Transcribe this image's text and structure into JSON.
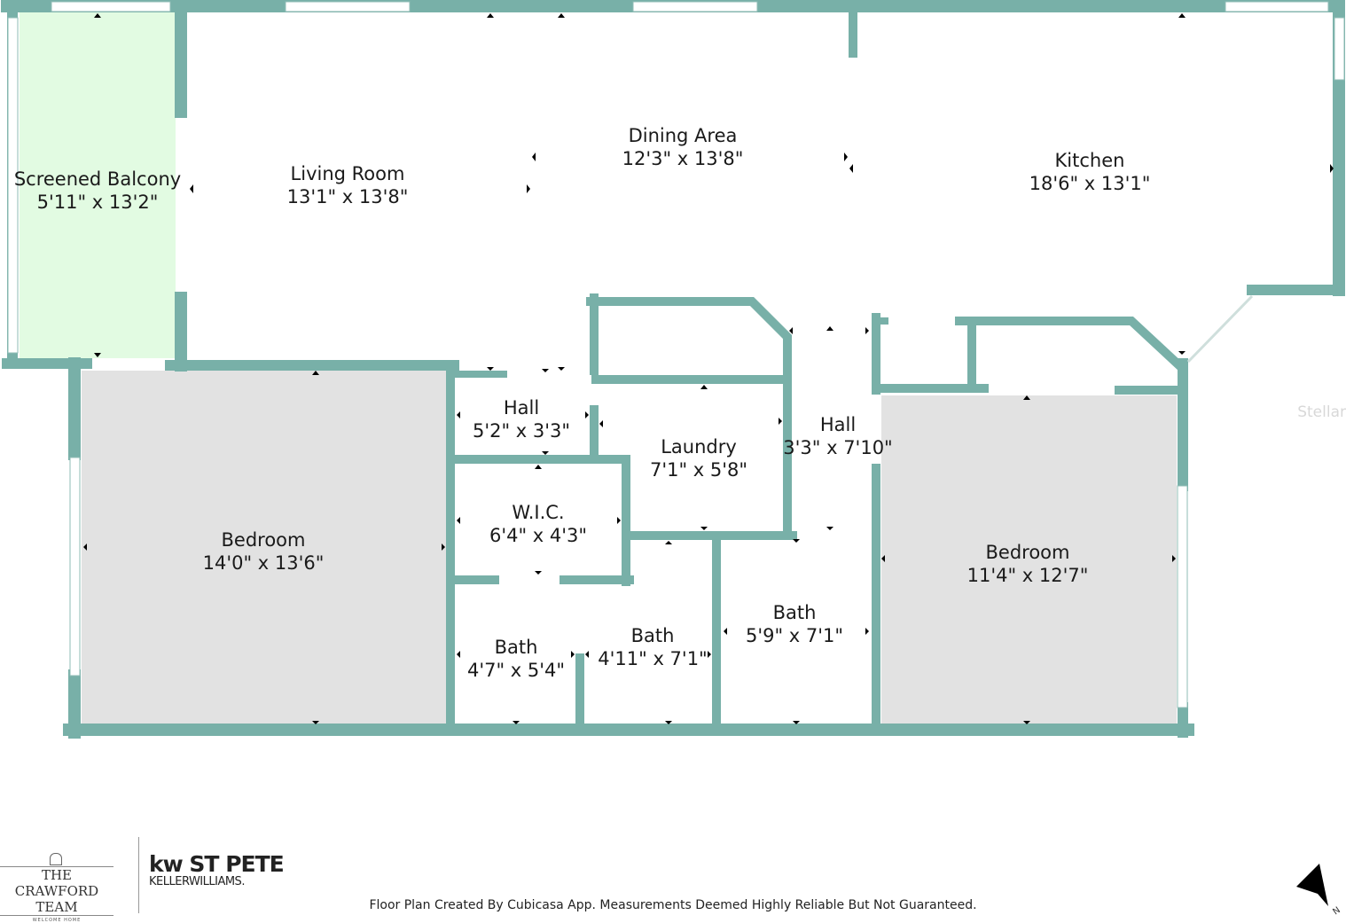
{
  "rooms": {
    "screened_balcony": {
      "name": "Screened Balcony",
      "dims": "5'11\" x 13'2\""
    },
    "living_room": {
      "name": "Living Room",
      "dims": "13'1\" x 13'8\""
    },
    "dining_area": {
      "name": "Dining Area",
      "dims": "12'3\" x 13'8\""
    },
    "kitchen": {
      "name": "Kitchen",
      "dims": "18'6\" x 13'1\""
    },
    "hall_left": {
      "name": "Hall",
      "dims": "5'2\" x 3'3\""
    },
    "laundry": {
      "name": "Laundry",
      "dims": "7'1\" x 5'8\""
    },
    "hall_right": {
      "name": "Hall",
      "dims": "3'3\" x 7'10\""
    },
    "wic": {
      "name": "W.I.C.",
      "dims": "6'4\" x 4'3\""
    },
    "bedroom_left": {
      "name": "Bedroom",
      "dims": "14'0\" x 13'6\""
    },
    "bedroom_right": {
      "name": "Bedroom",
      "dims": "11'4\" x 12'7\""
    },
    "bath_1": {
      "name": "Bath",
      "dims": "4'7\" x 5'4\""
    },
    "bath_2": {
      "name": "Bath",
      "dims": "4'11\" x 7'1\""
    },
    "bath_3": {
      "name": "Bath",
      "dims": "5'9\" x 7'1\""
    }
  },
  "footer": {
    "note": "Floor Plan Created By Cubicasa App. Measurements Deemed Highly Reliable But Not Guaranteed.",
    "watermark": "Stellar"
  },
  "logos": {
    "crawford": {
      "name": "THE CRAWFORD TEAM",
      "tagline": "WELCOME HOME"
    },
    "kw": {
      "line1": "kw ST PETE",
      "line2": "KELLERWILLIAMS."
    }
  },
  "compass": {
    "label": "N"
  },
  "colors": {
    "wall": "#78b0a8",
    "balcony_fill": "#e2fbe2",
    "bedroom_fill": "#e2e2e2",
    "window": "#ffffff"
  }
}
